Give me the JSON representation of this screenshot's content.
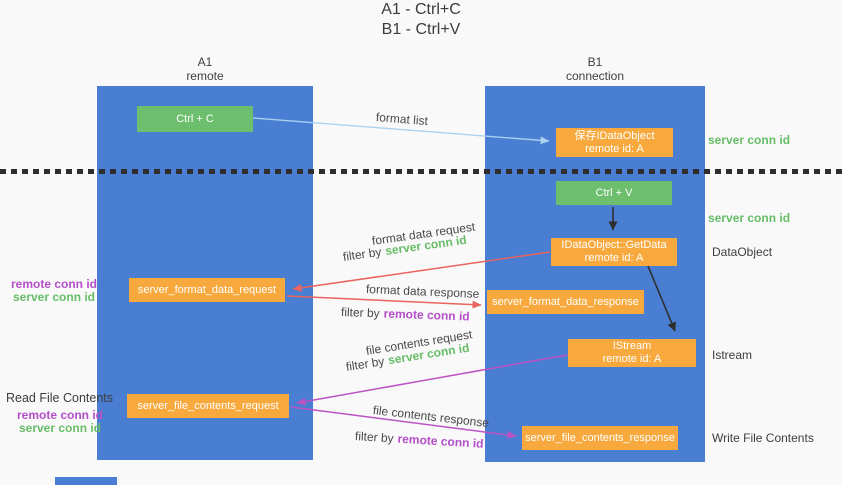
{
  "title": {
    "line1": "A1 - Ctrl+C",
    "line2": "B1 - Ctrl+V"
  },
  "lanes": {
    "left": {
      "name": "A1",
      "subtitle": "remote"
    },
    "right": {
      "name": "B1",
      "subtitle": "connection"
    }
  },
  "nodes": {
    "ctrl_c": {
      "label": "Ctrl + C"
    },
    "save_idataobject": {
      "line1": "保存IDataObject",
      "line2": "remote id: A"
    },
    "ctrl_v": {
      "label": "Ctrl + V"
    },
    "getdata": {
      "line1": "IDataObject::GetData",
      "line2": "remote id: A"
    },
    "format_request": {
      "label": "server_format_data_request"
    },
    "format_response": {
      "label": "server_format_data_response"
    },
    "istream": {
      "line1": "IStream",
      "line2": "remote id: A"
    },
    "file_request": {
      "label": "server_file_contents_request"
    },
    "file_response": {
      "label": "server_file_contents_response"
    }
  },
  "arrows": {
    "format_list": {
      "label": "format list"
    },
    "format_data_request": {
      "label": "format data request",
      "filter_prefix": "filter by",
      "filter_key": "server conn id"
    },
    "format_data_response": {
      "label": "format data response",
      "filter_prefix": "filter by",
      "filter_key": "remote conn id"
    },
    "file_contents_request": {
      "label": "file contents request",
      "filter_prefix": "filter by",
      "filter_key": "server conn id"
    },
    "file_contents_response": {
      "label": "file contents response",
      "filter_prefix": "filter by",
      "filter_key": "remote conn id"
    }
  },
  "side_labels": {
    "server_conn_id_top": "server conn id",
    "server_conn_id_mid": "server conn id",
    "dataobject": "DataObject",
    "istream": "Istream",
    "write_file": "Write File Contents",
    "read_file": "Read File Contents",
    "req1_remote": "remote conn id",
    "req1_server": "server conn id",
    "req2_remote": "remote conn id",
    "req2_server": "server conn id"
  },
  "colors": {
    "background": "#f9f9fa",
    "lane_blue": "#4a7ed2",
    "box_green": "#6dbf6e",
    "box_orange": "#f7a93e",
    "text_green": "#67bd67",
    "text_purple": "#b44fc8",
    "text_dark": "#3d3d3d",
    "arrow_red": "#e9645e",
    "arrow_purple": "#bc53c5",
    "arrow_lightblue": "#a9d2f0",
    "arrow_black": "#2e2e2e"
  }
}
